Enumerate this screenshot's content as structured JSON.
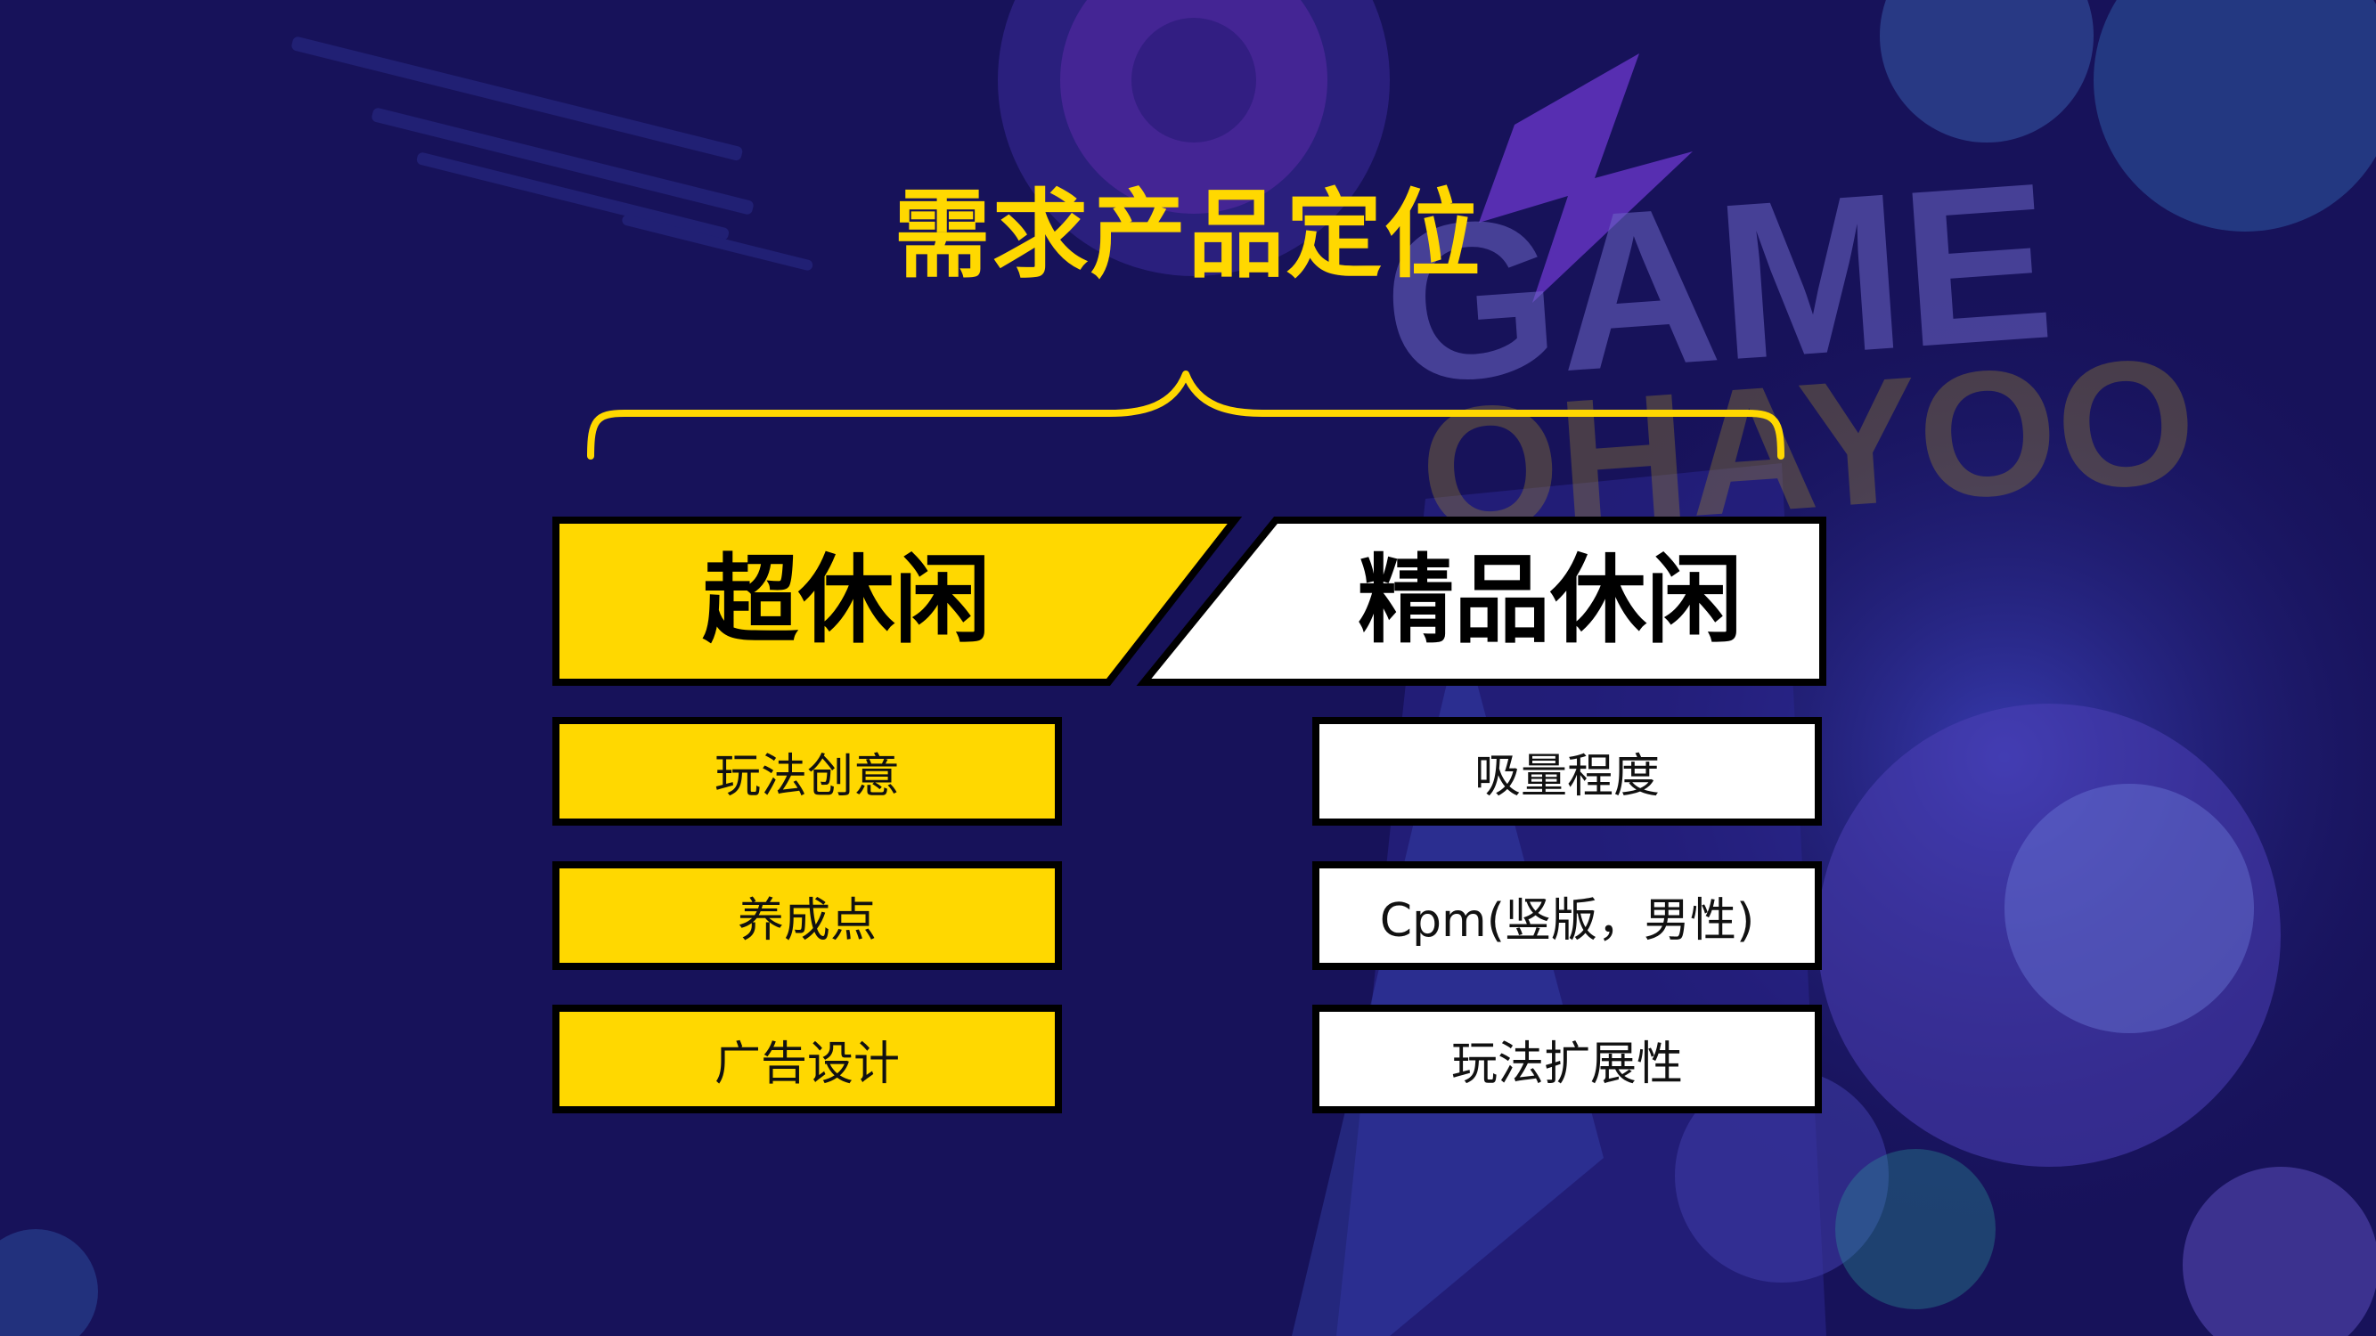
{
  "title": "需求产品定位",
  "header": {
    "left_label": "超休闲",
    "right_label": "精品休闲"
  },
  "left_items": [
    "玩法创意",
    "养成点",
    "广告设计"
  ],
  "right_items": [
    "吸量程度",
    "Cpm(竖版，男性)",
    "玩法扩展性"
  ],
  "colors": {
    "background": "#17125a",
    "accent_yellow": "#ffd800",
    "panel_white": "#ffffff",
    "border": "#000000"
  },
  "background_art": {
    "logo_text_line1": "GAME",
    "logo_text_line2": "OHAYOO"
  }
}
